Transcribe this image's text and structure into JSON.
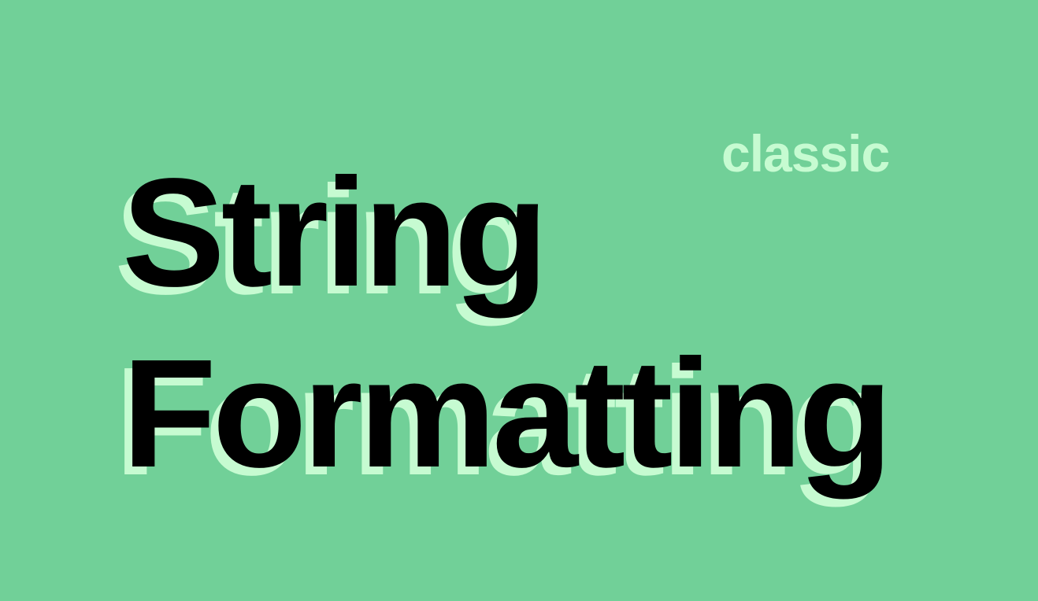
{
  "title": {
    "line1": "String",
    "line2": "Formatting"
  },
  "subtitle": "classic",
  "colors": {
    "background": "#71d098",
    "accent": "#c6fbd1",
    "text": "#000000"
  }
}
